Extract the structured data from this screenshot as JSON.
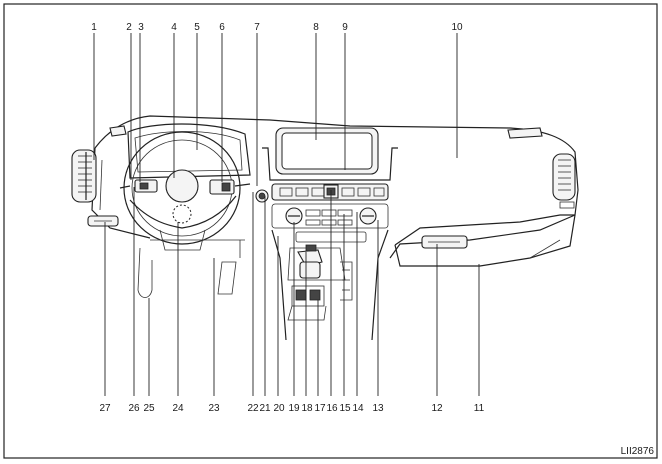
{
  "figure_code": "LII2876",
  "callouts_top": [
    {
      "num": "1"
    },
    {
      "num": "2"
    },
    {
      "num": "3"
    },
    {
      "num": "4"
    },
    {
      "num": "5"
    },
    {
      "num": "6"
    },
    {
      "num": "7"
    },
    {
      "num": "8"
    },
    {
      "num": "9"
    },
    {
      "num": "10"
    }
  ],
  "callouts_bottom": [
    {
      "num": "27"
    },
    {
      "num": "26"
    },
    {
      "num": "25"
    },
    {
      "num": "24"
    },
    {
      "num": "23"
    },
    {
      "num": "22"
    },
    {
      "num": "21"
    },
    {
      "num": "20"
    },
    {
      "num": "19"
    },
    {
      "num": "18"
    },
    {
      "num": "17"
    },
    {
      "num": "16"
    },
    {
      "num": "15"
    },
    {
      "num": "14"
    },
    {
      "num": "13"
    },
    {
      "num": "12"
    },
    {
      "num": "11"
    }
  ]
}
